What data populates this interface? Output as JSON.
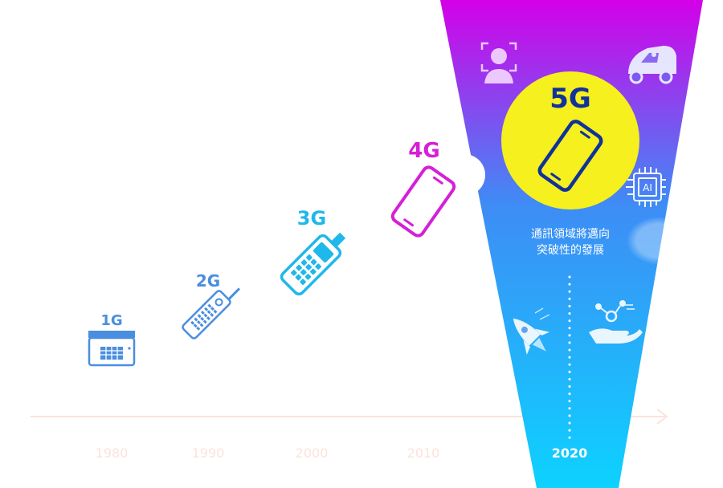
{
  "timeline": {
    "years": [
      "1980",
      "1990",
      "2000",
      "2010",
      "2020"
    ]
  },
  "generations": {
    "g1": "1G",
    "g2": "2G",
    "g3": "3G",
    "g4": "4G",
    "g5": "5G"
  },
  "caption": {
    "line1": "通訊領域將邁向",
    "line2": "突破性的發展"
  },
  "icons": {
    "ai_chip_text": "AI"
  },
  "colors": {
    "g1": "#4a8ee0",
    "g2": "#4a8ee0",
    "g3": "#1fb8ea",
    "g4": "#d61fd6",
    "g5": "#10329a",
    "highlight": "#f5f01e",
    "funnel_top": "#d400e8",
    "funnel_mid": "#3e8cf5",
    "funnel_bottom": "#0dd2ff",
    "year_faded": "#fbe3dc",
    "axis": "#fbe3dc"
  }
}
